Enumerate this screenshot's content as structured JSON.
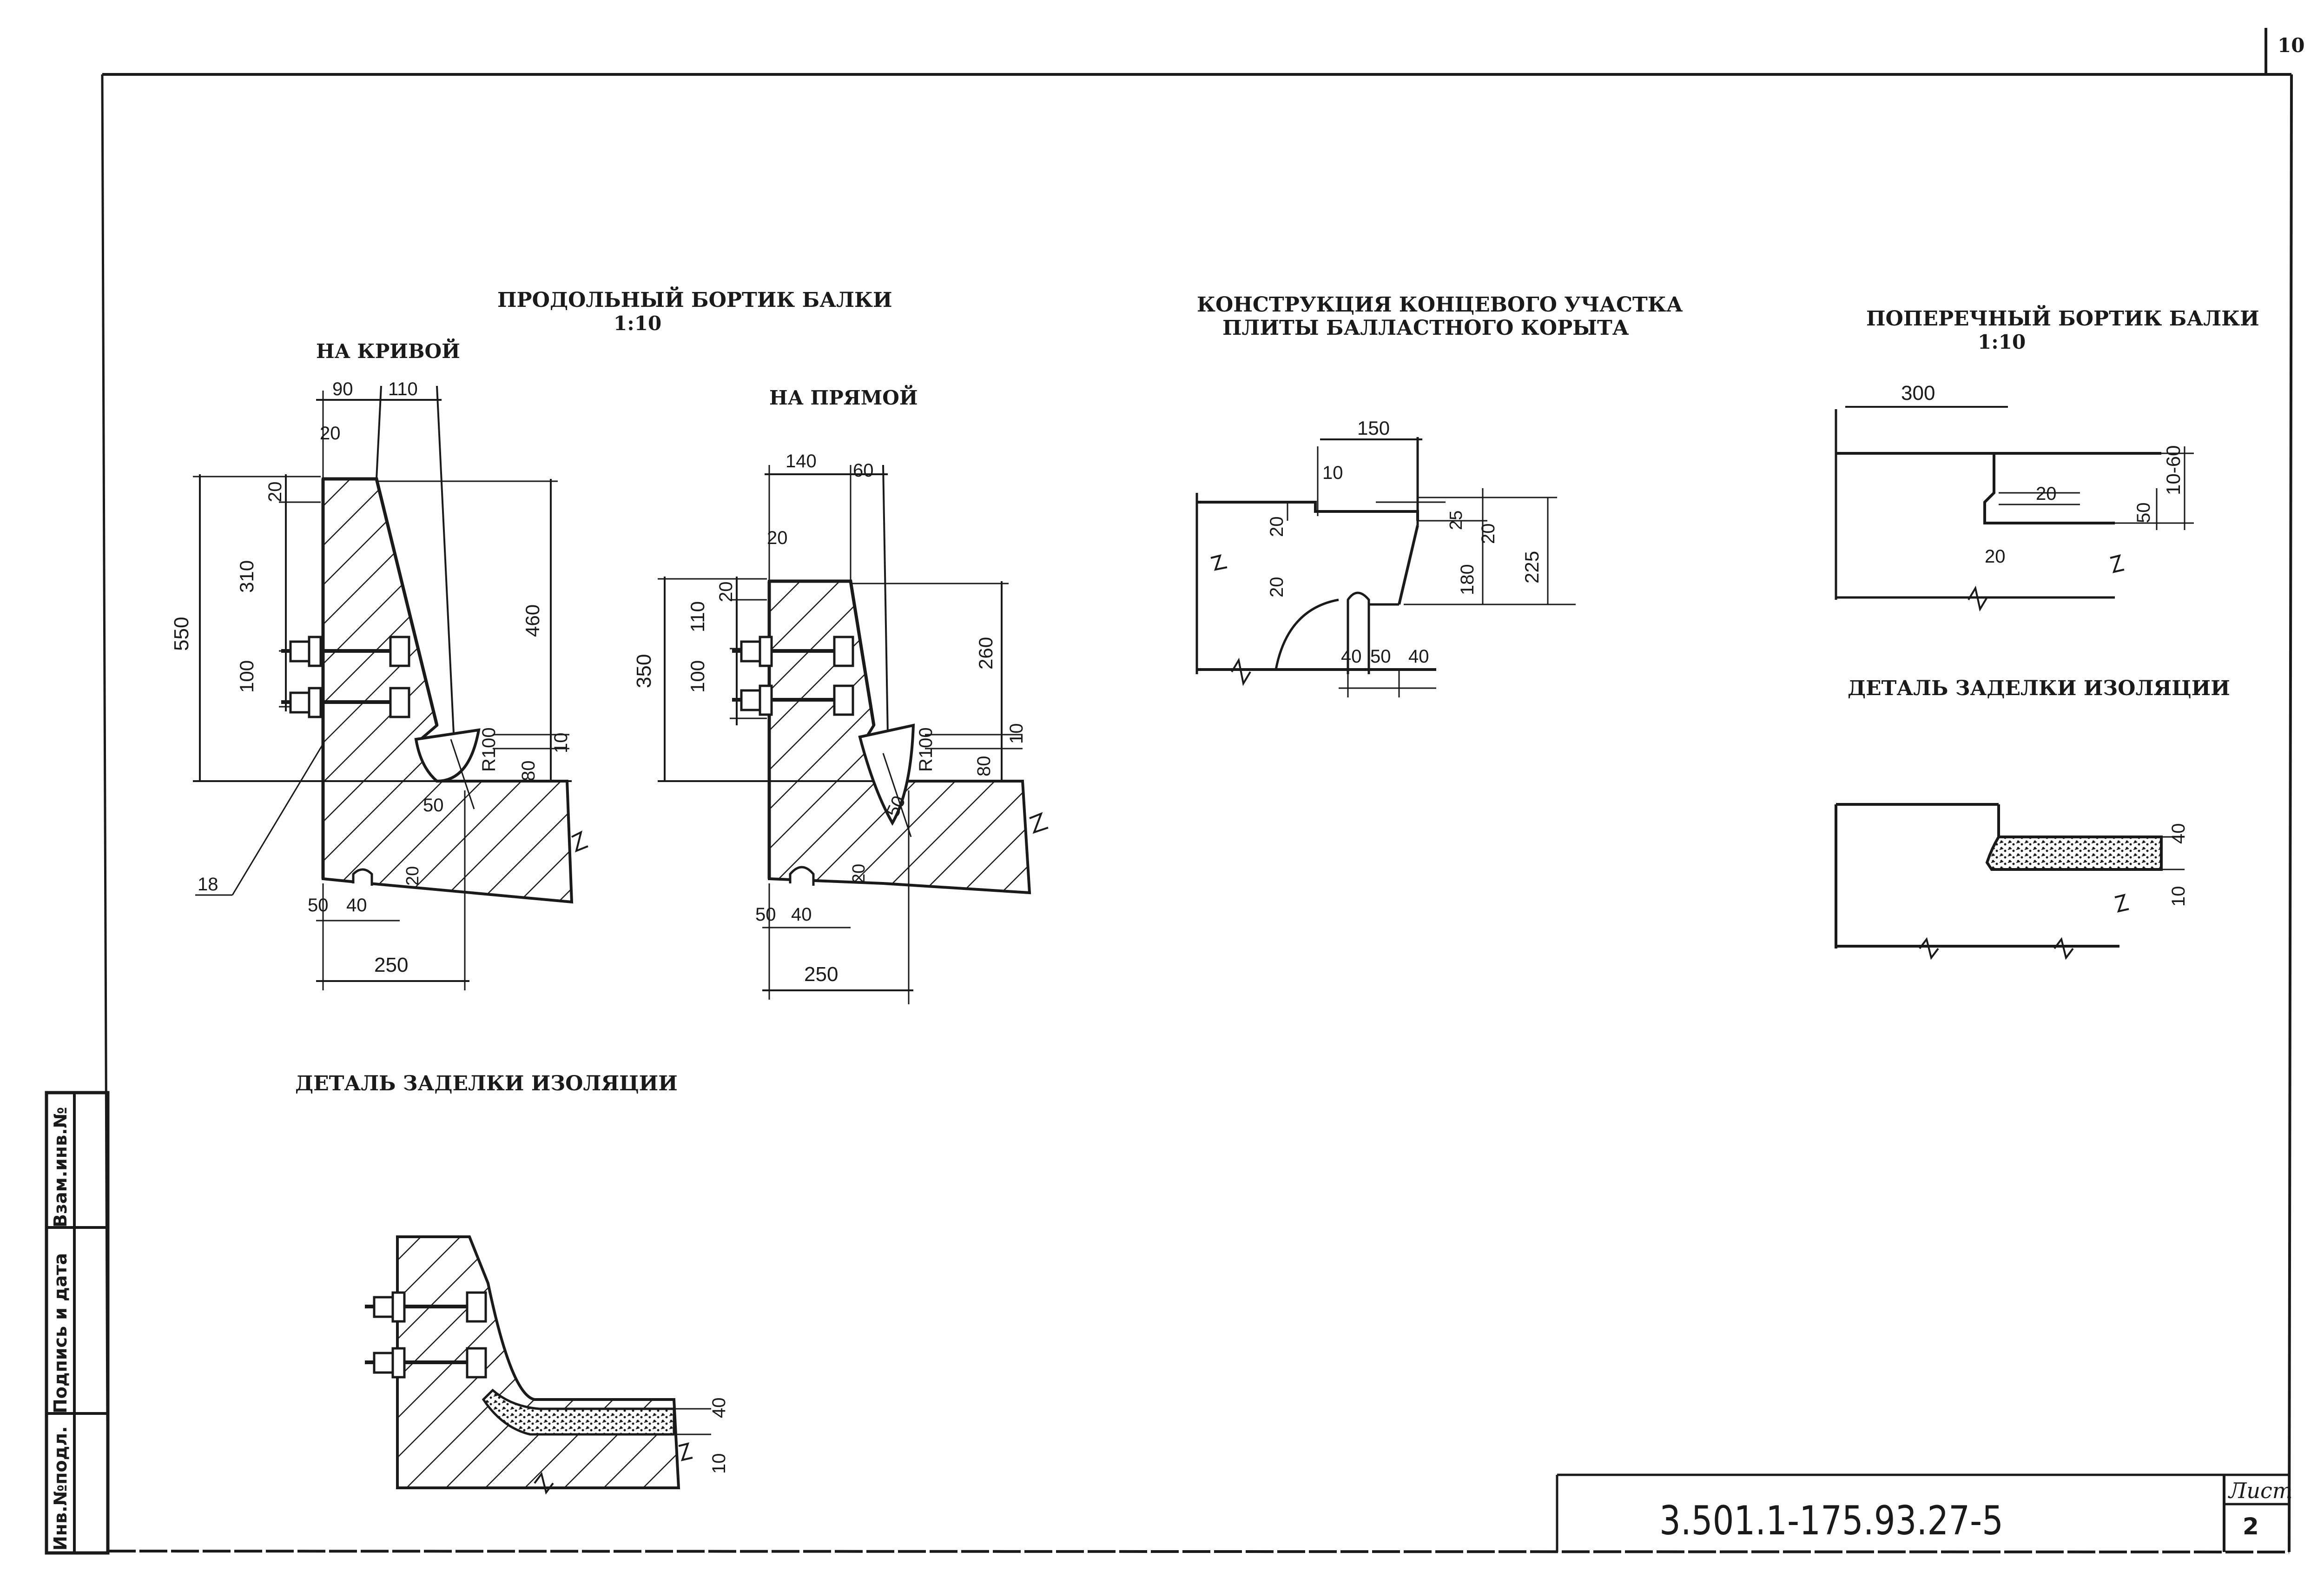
{
  "sheet_corner_number": "10",
  "left_strip": {
    "col1": "Инв.№подл.",
    "col2": "Подпись и дата",
    "col3": "Взам.инв.№"
  },
  "title_block": {
    "code": "3.501.1-175.93.27-5",
    "sheet_label": "Лист",
    "sheet_number": "2"
  },
  "long_rim": {
    "title": "ПРОДОЛЬНЫЙ БОРТИК БАЛКИ",
    "scale": "1:10",
    "curve": {
      "label": "НА КРИВОЙ",
      "dims": {
        "d90": "90",
        "d110": "110",
        "d20a": "20",
        "d20b": "20",
        "d310": "310",
        "d550": "550",
        "d100": "100",
        "d460": "460",
        "r100": "R100",
        "d80": "80",
        "d10": "10",
        "d50a": "50",
        "d20c": "20",
        "d50b": "50",
        "d40": "40",
        "d250": "250",
        "d18": "18"
      }
    },
    "straight": {
      "label": "НА ПРЯМОЙ",
      "dims": {
        "d140": "140",
        "d60": "60",
        "d20a": "20",
        "d20b": "20",
        "d110": "110",
        "d350": "350",
        "d100": "100",
        "d260": "260",
        "r100": "R100",
        "d80": "80",
        "d10": "10",
        "d50a": "50",
        "d20c": "20",
        "d50b": "50",
        "d40": "40",
        "d250": "250"
      }
    }
  },
  "end_section": {
    "title_line1": "КОНСТРУКЦИЯ КОНЦЕВОГО УЧАСТКА",
    "title_line2": "ПЛИТЫ БАЛЛАСТНОГО КОРЫТА",
    "dims": {
      "d150": "150",
      "d10": "10",
      "d20a": "20",
      "d25": "25",
      "d20b": "20",
      "d180": "180",
      "d225": "225",
      "d20c": "20",
      "d40a": "40",
      "d50": "50",
      "d40b": "40"
    }
  },
  "cross_rim": {
    "title": "ПОПЕРЕЧНЫЙ БОРТИК БАЛКИ",
    "scale": "1:10",
    "dims": {
      "d300": "300",
      "d1060": "10-60",
      "d20a": "20",
      "d50": "50",
      "d20b": "20"
    }
  },
  "insulation_right": {
    "title": "ДЕТАЛЬ ЗАДЕЛКИ ИЗОЛЯЦИИ",
    "dims": {
      "d40": "40",
      "d10": "10"
    }
  },
  "insulation_left": {
    "title": "ДЕТАЛЬ ЗАДЕЛКИ ИЗОЛЯЦИИ",
    "dims": {
      "d40": "40",
      "d10": "10"
    }
  }
}
